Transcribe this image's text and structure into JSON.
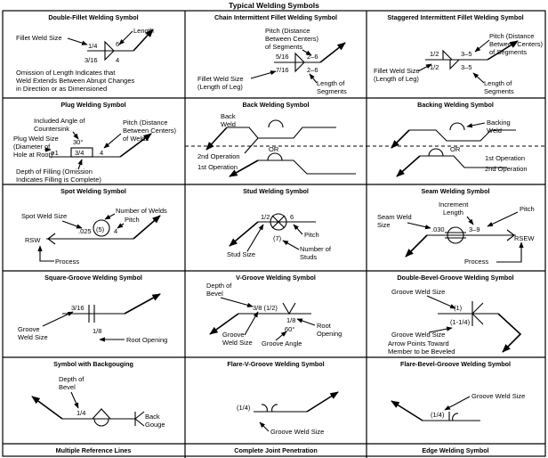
{
  "title": "Typical Welding Symbols",
  "cells": {
    "double_fillet": {
      "header": "Double-Fillet Welding Symbol",
      "fillet_weld_size": "Fillet Weld Size",
      "length": "Length",
      "size_top": "1/4",
      "size_bottom": "3/16",
      "len_top": "6",
      "len_bottom": "4",
      "note_1": "Omission of Length Indicates that",
      "note_2": "Weld Extends Between Abrupt Changes",
      "note_3": "in Direction or as Dimensioned"
    },
    "chain": {
      "header": "Chain Intermittent Fillet Welding Symbol",
      "pitch_1": "Pitch (Distance",
      "pitch_2": "Between Centers)",
      "pitch_3": "of Segments",
      "size_top": "5/16",
      "size_bottom": "7/16",
      "dim_top": "2–6",
      "dim_bottom": "2–6",
      "fws_1": "Fillet Weld Size",
      "fws_2": "(Length of Leg)",
      "los_1": "Length of",
      "los_2": "Segments"
    },
    "staggered": {
      "header": "Staggered Intermittent Fillet Welding Symbol",
      "size_top": "1/2",
      "size_bottom": "1/2",
      "dim_top": "3–5",
      "dim_bottom": "3–5",
      "pitch_1": "Pitch (Distance",
      "pitch_2": "Between Centers)",
      "pitch_3": "of Segments",
      "fws_1": "Fillet Weld Size",
      "fws_2": "(Length of Leg)",
      "los_1": "Length of",
      "los_2": "Segments"
    },
    "plug": {
      "header": "Plug Welding Symbol",
      "angle_1": "Included Angle of",
      "angle_2": "Countersink",
      "pitch_1": "Pitch (Distance",
      "pitch_2": "Between Centers)",
      "pitch_3": "of Welds",
      "size_1": "Plug Weld Size",
      "size_2": "(Diameter of",
      "size_3": "Hole at Root)",
      "angle_val": "30°",
      "dia_val": "ø1",
      "depth_val": "3/4",
      "pitch_val": "4",
      "depth_1": "Depth of Filling (Omission",
      "depth_2": "Indicates Filling is Complete)"
    },
    "back": {
      "header": "Back Welding Symbol",
      "back_weld_1": "Back",
      "back_weld_2": "Weld",
      "or": "OR",
      "op2": "2nd Operation",
      "op1": "1st Operation"
    },
    "backing": {
      "header": "Backing Welding Symbol",
      "backing_weld_1": "Backing",
      "backing_weld_2": "Weld",
      "or": "OR",
      "op1": "1st Operation",
      "op2": "2nd Operation"
    },
    "spot": {
      "header": "Spot Welding Symbol",
      "size": "Spot Weld Size",
      "number": "Number of Welds",
      "pitch": "Pitch",
      "size_val": ".025",
      "num_val": "(5)",
      "pitch_val": "4",
      "process_val": "RSW",
      "process": "Process"
    },
    "stud": {
      "header": "Stud Welding Symbol",
      "size_val": "1/2",
      "pitch_val": "6",
      "num_val": "(7)",
      "stud_size": "Stud Size",
      "pitch": "Pitch",
      "number_1": "Number of",
      "number_2": "Studs"
    },
    "seam": {
      "header": "Seam Welding Symbol",
      "increment_1": "Increment",
      "increment_2": "Length",
      "pitch": "Pitch",
      "size_1": "Seam Weld",
      "size_2": "Size",
      "size_val": ".030",
      "dim_val": "3–9",
      "process_val": "RSEW",
      "process": "Process"
    },
    "square_groove": {
      "header": "Square-Groove Welding Symbol",
      "size_val": "3/16",
      "opening_val": "1/8",
      "groove_1": "Groove",
      "groove_2": "Weld Size",
      "root_opening": "Root Opening"
    },
    "v_groove": {
      "header": "V-Groove Welding Symbol",
      "bevel_1": "Depth of",
      "bevel_2": "Bevel",
      "dim_val": "3/8 (1/2)",
      "opening_val": "1/8",
      "angle_val": "60°",
      "groove_1": "Groove",
      "groove_2": "Weld Size",
      "groove_angle": "Groove Angle",
      "root_1": "Root",
      "root_2": "Opening"
    },
    "double_bevel": {
      "header": "Double-Bevel-Groove Welding Symbol",
      "size_top": "Groove Weld Size",
      "val_top": "(1)",
      "val_bottom": "(1-1/4)",
      "size_bottom": "Groove Weld Size",
      "arrow_1": "Arrow Points Toward",
      "arrow_2": "Member to be Beveled"
    },
    "backgouging": {
      "header": "Symbol with Backgouging",
      "bevel_1": "Depth of",
      "bevel_2": "Bevel",
      "size_val": "1/4",
      "gouge_1": "Back",
      "gouge_2": "Gouge"
    },
    "flare_v": {
      "header": "Flare-V-Groove Welding Symbol",
      "val": "(1/4)",
      "label": "Groove Weld Size"
    },
    "flare_bevel": {
      "header": "Flare-Bevel-Groove Welding Symbol",
      "label": "Groove Weld Size",
      "val": "(1/4)"
    },
    "multiple_ref": {
      "header": "Multiple Reference Lines"
    },
    "complete_joint": {
      "header": "Complete Joint Penetration"
    },
    "edge": {
      "header": "Edge Welding Symbol"
    }
  }
}
